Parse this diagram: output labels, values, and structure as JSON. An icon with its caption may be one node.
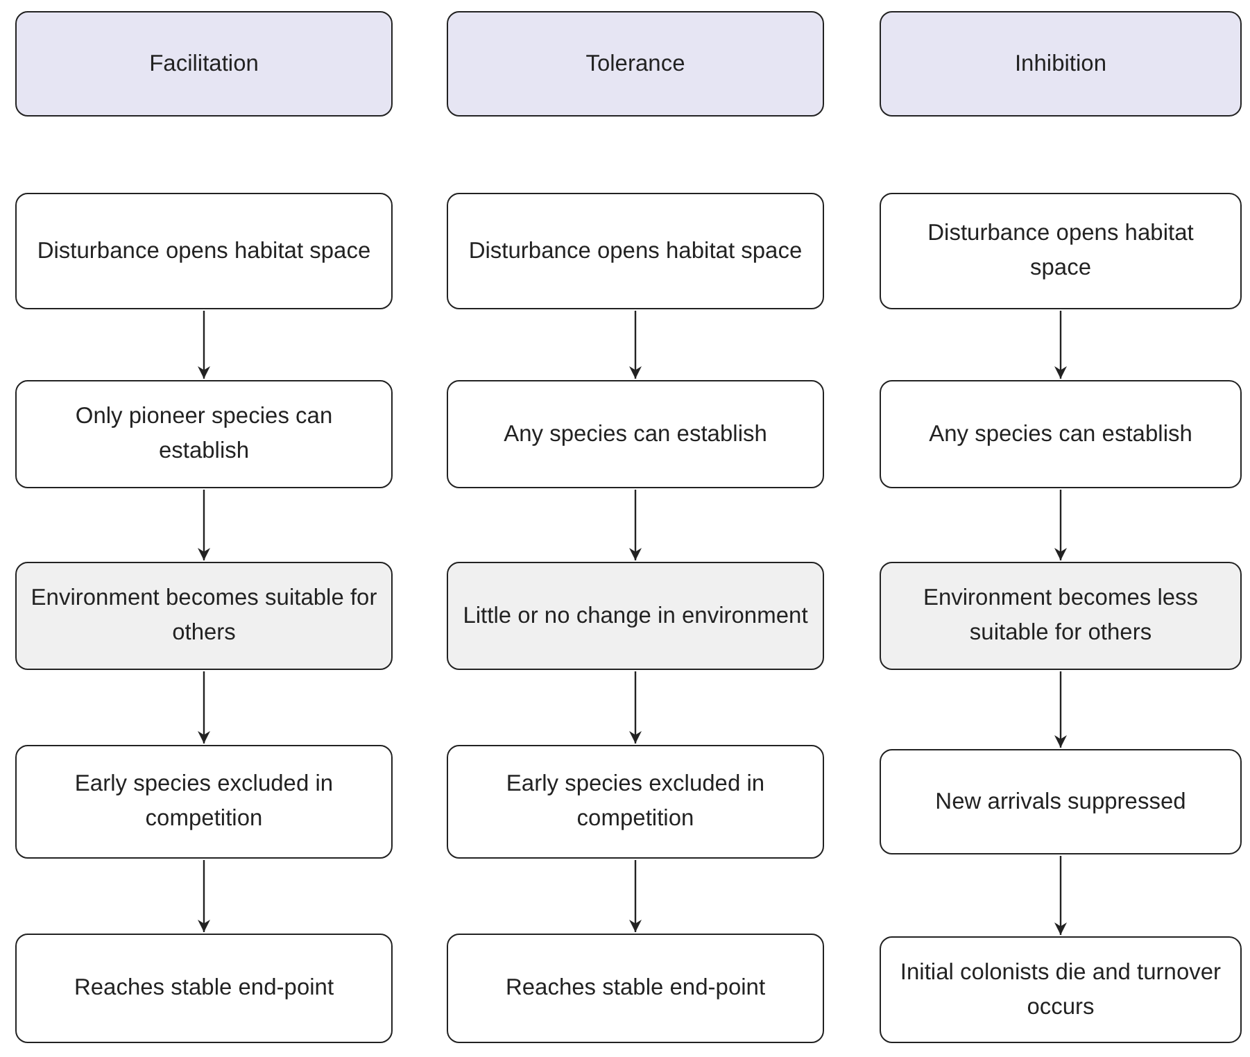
{
  "diagram": {
    "nodes": [
      {
        "text": [
          "Facilitation"
        ]
      },
      {
        "text": [
          "Tolerance"
        ]
      },
      {
        "text": [
          "Inhibition"
        ]
      },
      {
        "text": [
          "Disturbance opens habitat space"
        ]
      },
      {
        "text": [
          "Disturbance opens habitat space"
        ]
      },
      {
        "text": [
          "Disturbance opens habitat space"
        ]
      },
      {
        "text": [
          "Only pioneer species can establish"
        ]
      },
      {
        "text": [
          "Any species can establish"
        ]
      },
      {
        "text": [
          "Any species can establish"
        ]
      },
      {
        "text": [
          "Environment becomes suitable for others"
        ]
      },
      {
        "text": [
          "Little or no change in environment"
        ]
      },
      {
        "text": [
          "Environment becomes less suitable for others"
        ]
      },
      {
        "text": [
          "Early species excluded in competition"
        ]
      },
      {
        "text": [
          "Early species excluded in competition"
        ]
      },
      {
        "text": [
          "New arrivals suppressed"
        ]
      },
      {
        "text": [
          "Reaches stable end-point"
        ]
      },
      {
        "text": [
          "Reaches stable end-point"
        ]
      },
      {
        "text": [
          "Initial colonists die and turnover occurs"
        ]
      }
    ],
    "edges": [
      {
        "from": 3,
        "to": 6,
        "arrow": "to"
      },
      {
        "from": 4,
        "to": 7,
        "arrow": "to"
      },
      {
        "from": 5,
        "to": 8,
        "arrow": "to"
      },
      {
        "from": 6,
        "to": 9,
        "arrow": "to"
      },
      {
        "from": 7,
        "to": 10,
        "arrow": "to"
      },
      {
        "from": 8,
        "to": 11,
        "arrow": "to"
      },
      {
        "from": 9,
        "to": 12,
        "arrow": "to"
      },
      {
        "from": 10,
        "to": 13,
        "arrow": "to"
      },
      {
        "from": 11,
        "to": 14,
        "arrow": "to"
      },
      {
        "from": 12,
        "to": 15,
        "arrow": "to"
      },
      {
        "from": 13,
        "to": 16,
        "arrow": "to"
      },
      {
        "from": 14,
        "to": 17,
        "arrow": "to"
      }
    ]
  }
}
